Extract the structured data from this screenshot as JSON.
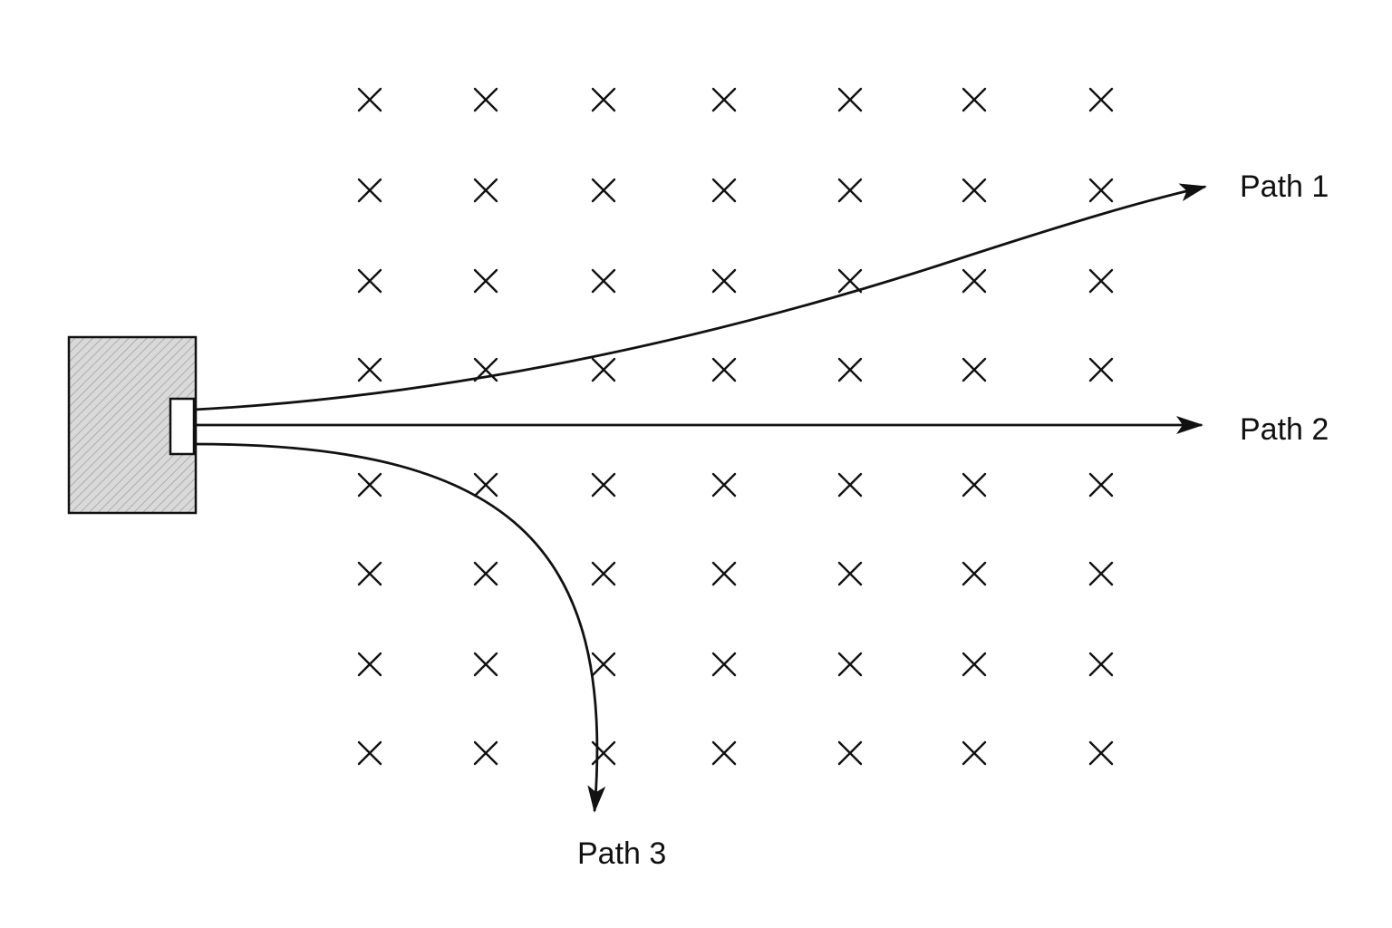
{
  "field": {
    "marker": "×",
    "rows": 8,
    "columns": 7,
    "direction_symbol": "cross (into page)"
  },
  "source": {
    "name": "source-box",
    "fill_color": "#d9d9d9",
    "hatched": true
  },
  "paths": [
    {
      "id": "path-1",
      "label": "Path 1",
      "deflection": "upward"
    },
    {
      "id": "path-2",
      "label": "Path 2",
      "deflection": "none"
    },
    {
      "id": "path-3",
      "label": "Path 3",
      "deflection": "downward"
    }
  ],
  "colors": {
    "ink": "#111111",
    "background": "#ffffff",
    "source_fill": "#d9d9d9"
  }
}
